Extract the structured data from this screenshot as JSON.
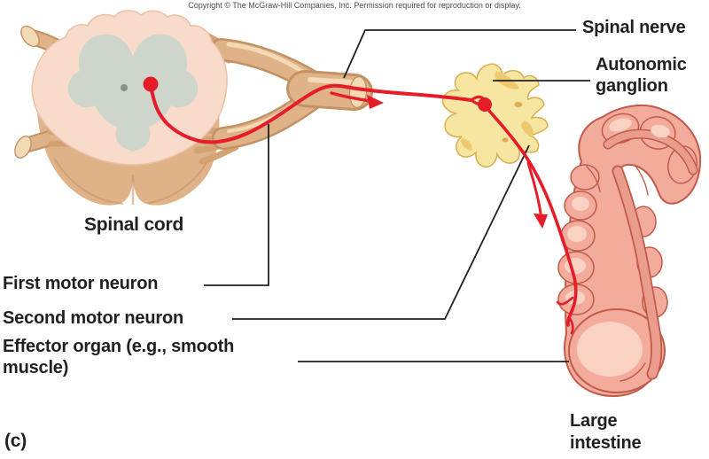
{
  "figure": {
    "copyright": "Copyright © The McGraw-Hill Companies, Inc. Permission required for reproduction or display.",
    "panel_label": "(c)"
  },
  "labels": {
    "spinal_nerve": "Spinal nerve",
    "autonomic_ganglion": {
      "line1": "Autonomic",
      "line2": "ganglion"
    },
    "spinal_cord": "Spinal cord",
    "first_motor_neuron": "First motor neuron",
    "second_motor_neuron": "Second motor neuron",
    "effector_organ": {
      "line1": "Effector organ (e.g., smooth",
      "line2": "muscle)"
    },
    "large_intestine": {
      "line1": "Large",
      "line2": "intestine"
    }
  },
  "structures": [
    {
      "name": "spinal-cord",
      "label": "Spinal cord"
    },
    {
      "name": "spinal-nerve",
      "label": "Spinal nerve"
    },
    {
      "name": "autonomic-ganglion",
      "label": "Autonomic ganglion"
    },
    {
      "name": "first-motor-neuron",
      "label": "First motor neuron"
    },
    {
      "name": "second-motor-neuron",
      "label": "Second motor neuron"
    },
    {
      "name": "effector-organ",
      "label": "Effector organ (e.g., smooth muscle)",
      "depicted_as": "Large intestine"
    }
  ],
  "colors": {
    "neuron_red": "#e41d29",
    "cord_pink": "#f8dbca",
    "cord_pink_line": "#eac0a8",
    "gray_matter": "#ced5cb",
    "canal_gray": "#8c8c88",
    "cord_tan": "#dfb287",
    "cord_tan_dark": "#c29265",
    "cord_tan_light": "#f2dab4",
    "cord_tan_mid": "#d2a273",
    "ganglion_yellow": "#f6e6a2",
    "ganglion_gold": "#d9ae4e",
    "ganglion_shade": "#ecc96e",
    "intestine_pink": "#f3ab9b",
    "intestine_outline": "#c05a4a",
    "intestine_highlight": "#f9d2c3",
    "intestine_band": "#eb9d8d",
    "line_black": "#231f20",
    "text_black": "#231f20",
    "copyright_gray": "#4c4c4c"
  }
}
